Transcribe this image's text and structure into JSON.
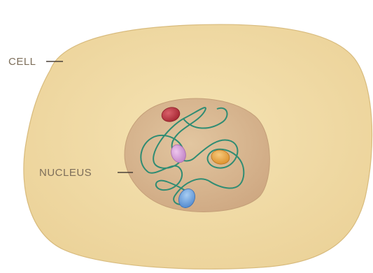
{
  "labels": {
    "cell": "CELL",
    "nucleus": "NUCLEUS"
  },
  "colors": {
    "background": "#ffffff",
    "cell_fill": "#f0d9a0",
    "cell_outline": "#d8bb7d",
    "nucleus_fill": "#d9b890",
    "nucleus_outline": "#c49f78",
    "chromosome_strand": "#2f8c73",
    "label_text": "#7d6e5a",
    "leader_line": "#4a4038",
    "gene_red": "#b8323c",
    "gene_pink": "#d39ad6",
    "gene_orange": "#e9a23e",
    "gene_blue": "#6aa4dc"
  },
  "gene_markers": [
    {
      "name": "red-gene-marker",
      "color": "#b8323c"
    },
    {
      "name": "pink-gene-marker",
      "color": "#d39ad6"
    },
    {
      "name": "orange-gene-marker",
      "color": "#e9a23e"
    },
    {
      "name": "blue-gene-marker",
      "color": "#6aa4dc"
    }
  ]
}
